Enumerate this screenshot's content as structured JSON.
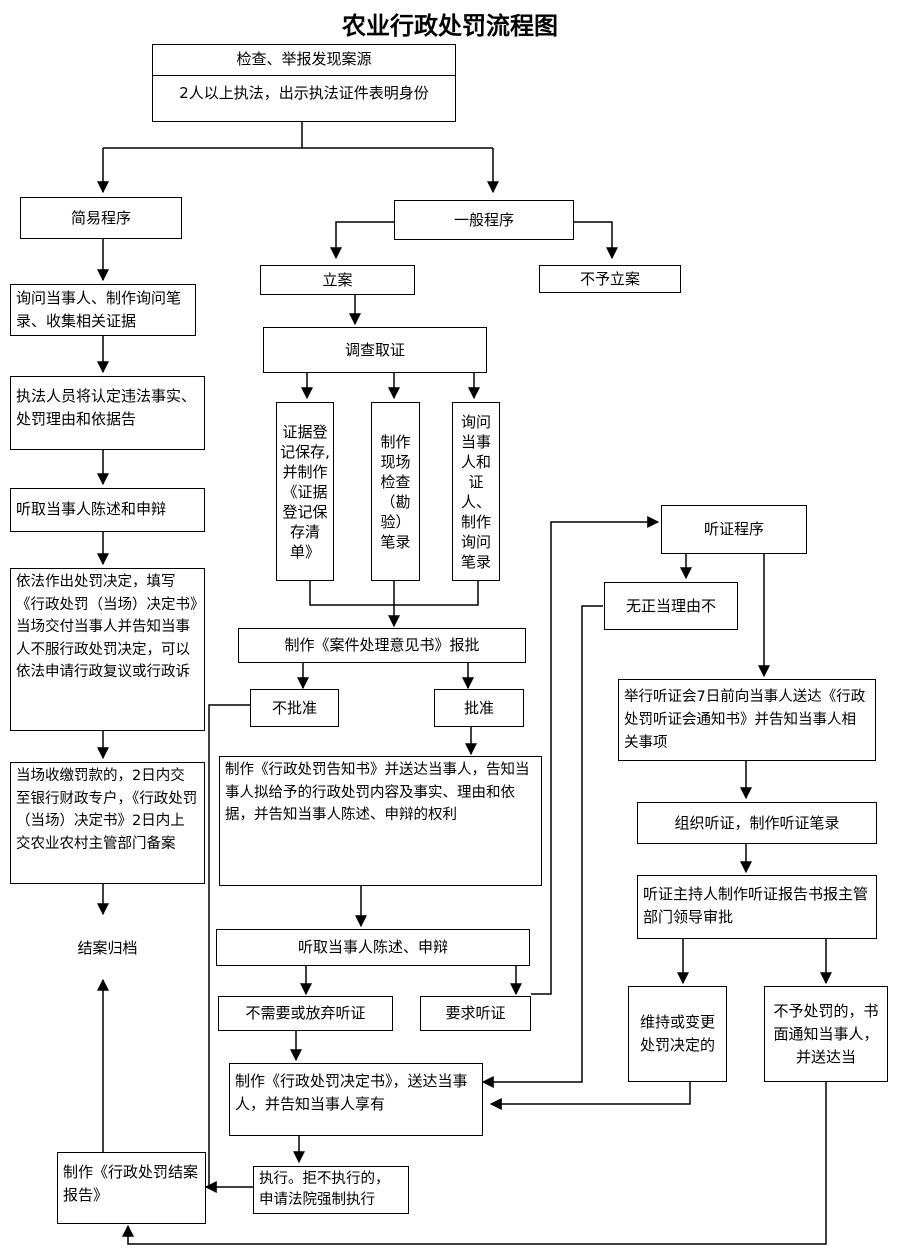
{
  "title": "农业行政处罚流程图",
  "colors": {
    "line": "#000000",
    "box_border": "#000000",
    "background": "#ffffff"
  },
  "nodes": {
    "source": {
      "line1": "检查、举报发现案源",
      "line2": "2人以上执法，出示执法证件表明身份"
    },
    "simple": "简易程序",
    "general": "一般程序",
    "register": "立案",
    "no_register": "不予立案",
    "s1": "询问当事人、制作询问笔录、收集相关证据",
    "s2": "执法人员将认定违法事实、处罚理由和依据告",
    "s3": "听取当事人陈述和申辩",
    "s4": "依法作出处罚决定，填写《行政处罚（当场）决定书》当场交付当事人并告知当事人不服行政处罚决定，可以依法申请行政复议或行政诉",
    "s5": "当场收缴罚款的，2日内交至银行财政专户，《行政处罚（当场）决定书》2日内上交农业农村主管部门备案",
    "archive": "结案归档",
    "investigate": "调查取证",
    "ev1": "证据登记保存,并制作《证据登记保存清单》",
    "ev2": "制作现场检查（勘验）笔录",
    "ev3": "询问当事人和证人、制作询问笔录",
    "opinion": "制作《案件处理意见书》报批",
    "reject": "不批准",
    "approve": "批准",
    "notice": "制作《行政处罚告知书》并送达当事人，告知当事人拟给予的行政处罚内容及事实、理由和依据，并告知当事人陈述、申辩的权利",
    "listen": "听取当事人陈述、申辩",
    "no_hearing": "不需要或放弃听证",
    "req_hearing": "要求听证",
    "decision": "制作《行政处罚决定书》，送达当事人，并告知当事人享有",
    "execute": "执行。拒不执行的，申请法院强制执行",
    "close_report": "制作《行政处罚结案报告》",
    "hearing": "听证程序",
    "no_reason": "无正当理由不",
    "hearing_notice": "举行听证会7日前向当事人送达《行政处罚听证会通知书》并告知当事人相关事项",
    "hearing_org": "组织听证，制作听证笔录",
    "hearing_report": "听证主持人制作听证报告书报主管部门领导审批",
    "maintain": "维持或变更处罚决定的",
    "no_penalty": "不予处罚的，书面通知当事人，并送达当"
  }
}
